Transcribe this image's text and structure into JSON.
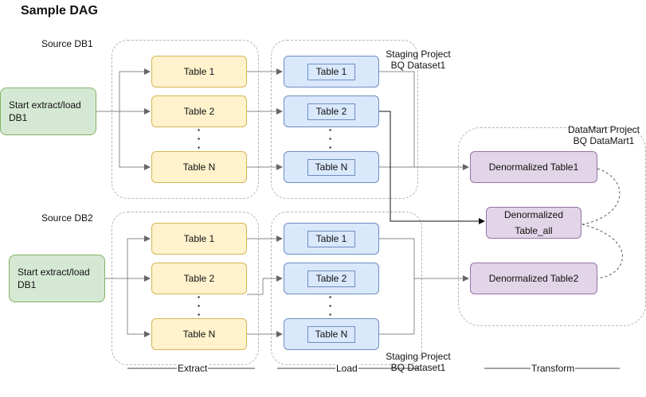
{
  "title": "Sample DAG",
  "source_db1_label": "Source DB1",
  "source_db2_label": "Source DB2",
  "start1": "Start extract/load DB1",
  "start2": "Start extract/load DB1",
  "extract1": {
    "t1": "Table 1",
    "t2": "Table 2",
    "tn": "Table N"
  },
  "load1": {
    "t1": "Table 1",
    "t2": "Table 2",
    "tn": "Table N"
  },
  "extract2": {
    "t1": "Table 1",
    "t2": "Table 2",
    "tn": "Table N"
  },
  "load2": {
    "t1": "Table 1",
    "t2": "Table 2",
    "tn": "Table N"
  },
  "staging1": {
    "line1": "Staging Project",
    "line2": "BQ Dataset1"
  },
  "staging2": {
    "line1": "Staging Project",
    "line2": "BQ Dataset1"
  },
  "datamart": {
    "line1": "DataMart Project",
    "line2": "BQ DataMart1"
  },
  "denorm_table1": "Denormalized Table1",
  "denorm_all": {
    "line1": "Denormalized",
    "line2": "Table_all"
  },
  "denorm_table2": "Denormalized Table2",
  "dots": ".\n.\n.",
  "legend": {
    "extract": "Extract",
    "load": "Load",
    "transform": "Transform"
  },
  "colors": {
    "yellow_fill": "#fff2cc",
    "blue_fill": "#dae8fc",
    "green_fill": "#d5e8d4",
    "purple_fill": "#e1d5e7"
  }
}
